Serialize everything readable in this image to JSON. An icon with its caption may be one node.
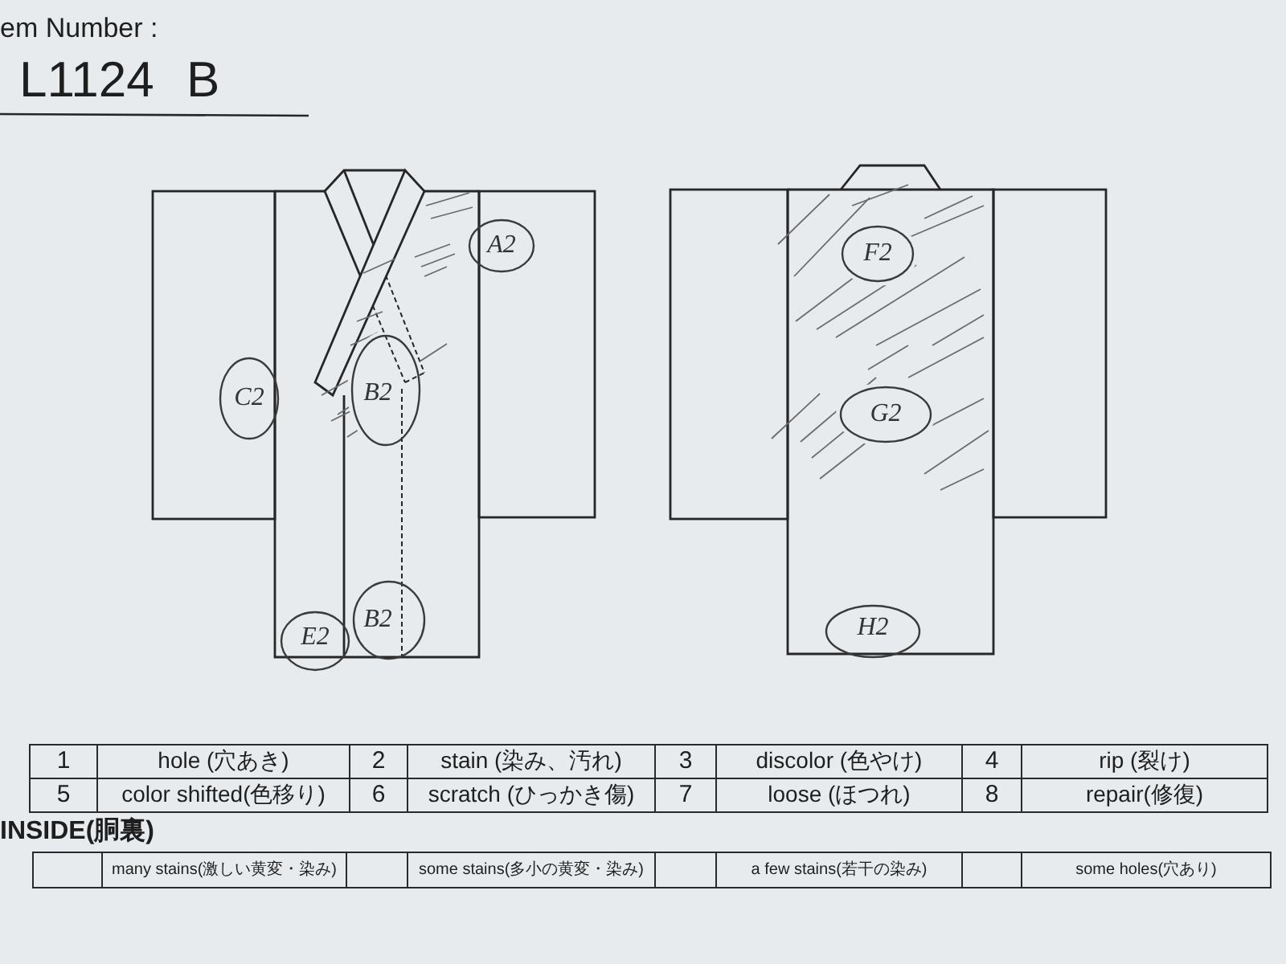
{
  "diagram": {
    "nodes": [
      {
        "text": [
          "A2"
        ]
      },
      {
        "text": [
          "B2"
        ]
      },
      {
        "text": [
          "C2"
        ]
      },
      {
        "text": [
          "E2"
        ]
      },
      {
        "text": [
          "B2"
        ]
      },
      {
        "text": [
          "F2"
        ]
      },
      {
        "text": [
          "G2"
        ]
      },
      {
        "text": [
          "H2"
        ]
      }
    ],
    "labels": [
      "em Number :",
      "L1124",
      "B",
      "1",
      "hole (穴あき)",
      "2",
      "stain (染み、汚れ)",
      "3",
      "discolor (色やけ)",
      "4",
      "rip (裂け)",
      "5",
      "color shifted(色移り)",
      "6",
      "scratch (ひっかき傷)",
      "7",
      "loose (ほつれ)",
      "8",
      "repair(修復)",
      "INSIDE(胴裏)",
      "many stains(激しい黄変・染み)",
      "some stains(多小の黄変・染み)",
      "a few stains(若干の染み)",
      "some holes(穴あり)"
    ]
  }
}
